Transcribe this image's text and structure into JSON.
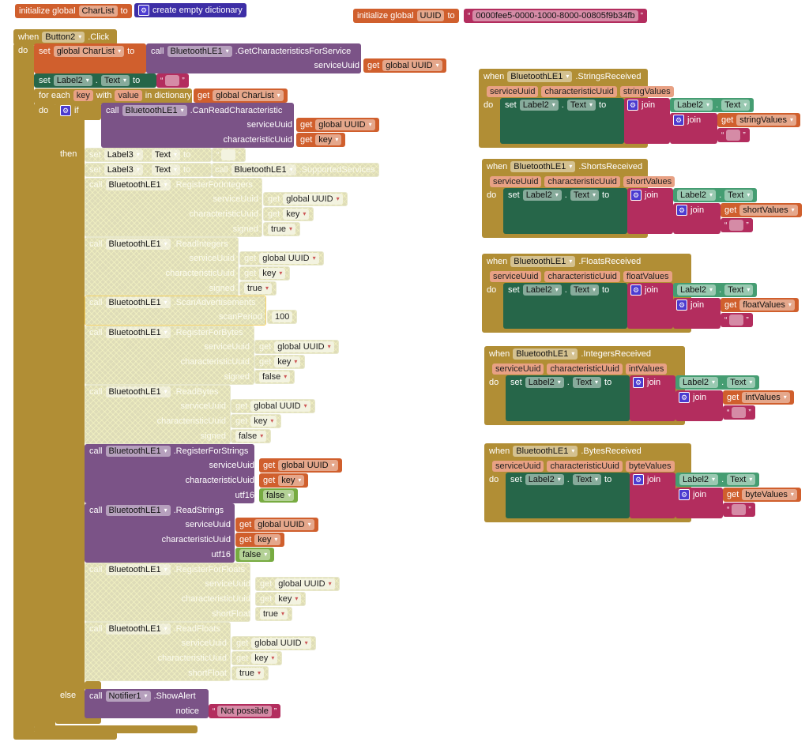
{
  "kw": {
    "when": "when",
    "do": "do",
    "set": "set",
    "to": "to",
    "call": "call",
    "get": "get",
    "dot": ".",
    "for_each": "for each",
    "with": "with",
    "in_dictionary": "in dictionary",
    "if": "if",
    "then": "then",
    "else": "else",
    "join": "join"
  },
  "init_charlist": {
    "label": "initialize global",
    "name": "CharList",
    "to": "to",
    "value": "create empty dictionary"
  },
  "init_uuid": {
    "label": "initialize global",
    "name": "UUID",
    "to": "to",
    "value": "0000fee5-0000-1000-8000-00805f9b34fb"
  },
  "click": {
    "component": "Button2",
    "event": ".Click",
    "set_var": "global CharList",
    "call_component": "BluetoothLE1",
    "call_method": ".GetCharacteristicsForService",
    "call_arg": "serviceUuid",
    "call_arg_value": "global UUID",
    "label_component": "Label2",
    "label_prop": "Text",
    "label_value": "",
    "loop_key": "key",
    "loop_value": "value",
    "loop_source": "global CharList",
    "if_component": "BluetoothLE1",
    "if_method": ".CanReadCharacteristic",
    "if_args": [
      {
        "name": "serviceUuid",
        "value": "global UUID"
      },
      {
        "name": "characteristicUuid",
        "value": "key"
      }
    ]
  },
  "then_sets": [
    {
      "component": "Label3",
      "prop": "Text",
      "value": ""
    },
    {
      "component": "Label3",
      "prop": "Text",
      "call_component": "BluetoothLE1",
      "call_method": ".SupportedServices"
    }
  ],
  "then_calls": [
    {
      "component": "BluetoothLE1",
      "method": ".RegisterForIntegers",
      "disabled": true,
      "args": [
        {
          "name": "serviceUuid",
          "kind": "get",
          "value": "global UUID"
        },
        {
          "name": "characteristicUuid",
          "kind": "get",
          "value": "key"
        },
        {
          "name": "signed",
          "kind": "bool",
          "value": "true"
        }
      ]
    },
    {
      "component": "BluetoothLE1",
      "method": ".ReadIntegers",
      "disabled": true,
      "args": [
        {
          "name": "serviceUuid",
          "kind": "get",
          "value": "global UUID"
        },
        {
          "name": "characteristicUuid",
          "kind": "get",
          "value": "key"
        },
        {
          "name": "signed",
          "kind": "bool",
          "value": "true"
        }
      ]
    },
    {
      "component": "BluetoothLE1",
      "method": ".ScanAdvertisements",
      "disabled": true,
      "args": [
        {
          "name": "scanPeriod",
          "kind": "number",
          "value": "100"
        }
      ]
    },
    {
      "component": "BluetoothLE1",
      "method": ".RegisterForBytes",
      "disabled": true,
      "args": [
        {
          "name": "serviceUuid",
          "kind": "get",
          "value": "global UUID"
        },
        {
          "name": "characteristicUuid",
          "kind": "get",
          "value": "key"
        },
        {
          "name": "signed",
          "kind": "bool",
          "value": "false"
        }
      ]
    },
    {
      "component": "BluetoothLE1",
      "method": ".ReadBytes",
      "disabled": true,
      "args": [
        {
          "name": "serviceUuid",
          "kind": "get",
          "value": "global UUID"
        },
        {
          "name": "characteristicUuid",
          "kind": "get",
          "value": "key"
        },
        {
          "name": "signed",
          "kind": "bool",
          "value": "false"
        }
      ]
    },
    {
      "component": "BluetoothLE1",
      "method": ".RegisterForStrings",
      "disabled": false,
      "args": [
        {
          "name": "serviceUuid",
          "kind": "get",
          "value": "global UUID"
        },
        {
          "name": "characteristicUuid",
          "kind": "get",
          "value": "key"
        },
        {
          "name": "utf16",
          "kind": "bool",
          "value": "false"
        }
      ]
    },
    {
      "component": "BluetoothLE1",
      "method": ".ReadStrings",
      "disabled": false,
      "args": [
        {
          "name": "serviceUuid",
          "kind": "get",
          "value": "global UUID"
        },
        {
          "name": "characteristicUuid",
          "kind": "get",
          "value": "key"
        },
        {
          "name": "utf16",
          "kind": "bool",
          "value": "false"
        }
      ]
    },
    {
      "component": "BluetoothLE1",
      "method": ".RegisterForFloats",
      "disabled": true,
      "args": [
        {
          "name": "serviceUuid",
          "kind": "get",
          "value": "global UUID"
        },
        {
          "name": "characteristicUuid",
          "kind": "get",
          "value": "key"
        },
        {
          "name": "shortFloat",
          "kind": "bool",
          "value": "true"
        }
      ]
    },
    {
      "component": "BluetoothLE1",
      "method": ".ReadFloats",
      "disabled": true,
      "args": [
        {
          "name": "serviceUuid",
          "kind": "get",
          "value": "global UUID"
        },
        {
          "name": "characteristicUuid",
          "kind": "get",
          "value": "key"
        },
        {
          "name": "shortFloat",
          "kind": "bool",
          "value": "true"
        }
      ]
    }
  ],
  "else_call": {
    "component": "Notifier1",
    "method": ".ShowAlert",
    "arg": "notice",
    "value": "Not possible"
  },
  "events": [
    {
      "component": "BluetoothLE1",
      "event": ".StringsReceived",
      "params": [
        "serviceUuid",
        "characteristicUuid",
        "stringValues"
      ],
      "target": "Label2",
      "prop": "Text",
      "value_var": "stringValues",
      "suffix": ""
    },
    {
      "component": "BluetoothLE1",
      "event": ".ShortsReceived",
      "params": [
        "serviceUuid",
        "characteristicUuid",
        "shortValues"
      ],
      "target": "Label2",
      "prop": "Text",
      "value_var": "shortValues",
      "suffix": ""
    },
    {
      "component": "BluetoothLE1",
      "event": ".FloatsReceived",
      "params": [
        "serviceUuid",
        "characteristicUuid",
        "floatValues"
      ],
      "target": "Label2",
      "prop": "Text",
      "value_var": "floatValues",
      "suffix": ""
    },
    {
      "component": "BluetoothLE1",
      "event": ".IntegersReceived",
      "params": [
        "serviceUuid",
        "characteristicUuid",
        "intValues"
      ],
      "target": "Label2",
      "prop": "Text",
      "value_var": "intValues",
      "suffix": ""
    },
    {
      "component": "BluetoothLE1",
      "event": ".BytesReceived",
      "params": [
        "serviceUuid",
        "characteristicUuid",
        "byteValues"
      ],
      "target": "Label2",
      "prop": "Text",
      "value_var": "byteValues",
      "suffix": ""
    }
  ]
}
